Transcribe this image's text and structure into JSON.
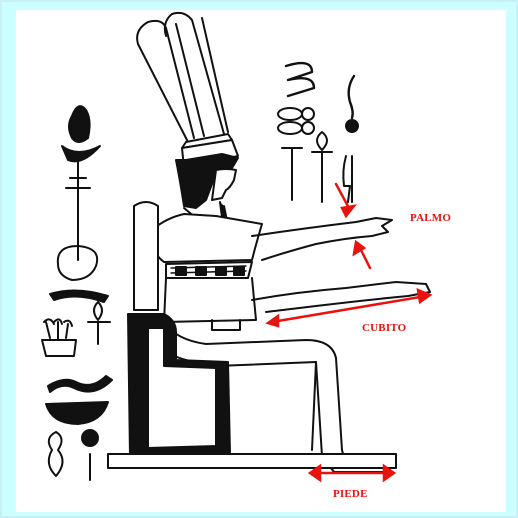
{
  "labels": {
    "palmo": "PALMO",
    "cubito": "CUBITO",
    "piede": "PIEDE"
  },
  "colors": {
    "background": "#ccffff",
    "drawing_bg": "#ffffff",
    "ink": "#111111",
    "annotation": "#e8120f"
  },
  "icons": [
    "double-plume-crown-icon",
    "lotus-pillar-icon",
    "reed-icon",
    "ankh-icon",
    "water-ripple-icon",
    "basket-icon",
    "bread-loaf-icon",
    "vase-icon"
  ]
}
